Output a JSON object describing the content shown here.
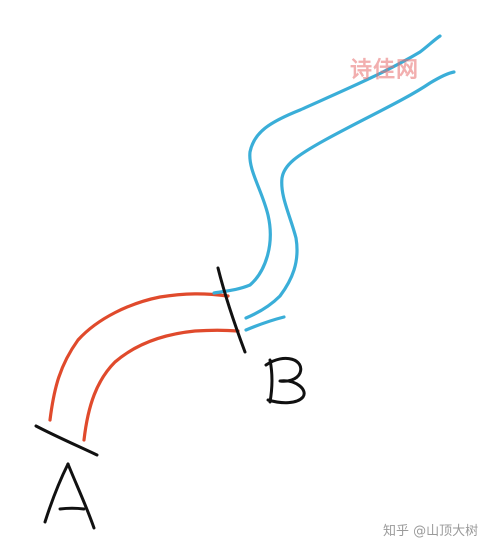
{
  "labels": {
    "point_a": "A",
    "point_b": "B"
  },
  "watermarks": {
    "top": "诗佳网",
    "bottom": "知乎 @山顶大树"
  },
  "colors": {
    "red_path": "#e04a2c",
    "blue_path": "#3aaed8",
    "ink": "#111111",
    "background": "#ffffff"
  }
}
